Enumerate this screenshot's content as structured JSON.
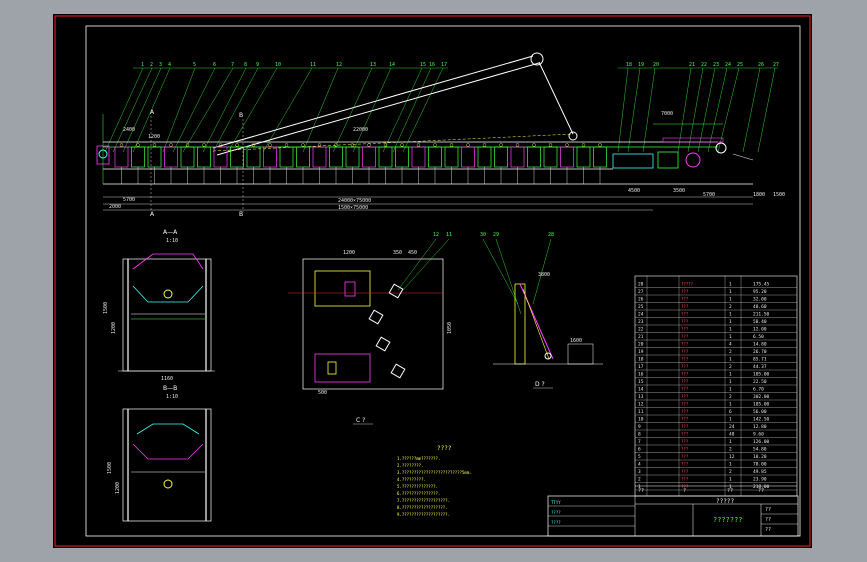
{
  "balloons": [
    "1",
    "2",
    "3",
    "4",
    "5",
    "6",
    "7",
    "8",
    "9",
    "10",
    "11",
    "12",
    "13",
    "14",
    "15",
    "16",
    "17",
    "18",
    "19",
    "20",
    "21",
    "22",
    "23",
    "24",
    "25",
    "26",
    "27"
  ],
  "section_marks": {
    "a_top": "A",
    "b_top": "B",
    "a_bottom": "A",
    "b_bottom": "B"
  },
  "dims_main": {
    "d1": "2400",
    "d2": "1200",
    "d3": "22000",
    "d4": "4500",
    "d5": "7000",
    "d6": "3500",
    "d7": "5700",
    "d8": "1800",
    "d9": "1500",
    "d10": "5700",
    "d11": "2000",
    "d12": "24000×75000",
    "d13": "1500×75000"
  },
  "view_aa": {
    "title": "A—A",
    "scale": "1:10",
    "dims": [
      "1500",
      "1200",
      "1160"
    ]
  },
  "view_bb": {
    "title": "B—B",
    "scale": "1:10",
    "dims": [
      "1500",
      "1200"
    ]
  },
  "view_c": {
    "title": "C ?",
    "balloons": [
      "12",
      "11"
    ],
    "dims": [
      "1200",
      "350",
      "450",
      "1050",
      "500"
    ]
  },
  "view_d": {
    "title": "D ?",
    "balloons": [
      "30",
      "29",
      "28"
    ],
    "dims": [
      "3800",
      "1600"
    ]
  },
  "tech_notes": {
    "title": "????",
    "lines": [
      "1.??????mm???????.",
      "2.????????.",
      "3.?????????????????????????5mm.",
      "4.?????????.",
      "5.??????????????.",
      "6.???????????????.",
      "7.???????????????????.",
      "8.??????????????????.",
      "9.???????????????????."
    ]
  },
  "parts_rows": [
    {
      "no": "28",
      "desc": "?????",
      "q": "1",
      "w": "175.45"
    },
    {
      "no": "27",
      "desc": "???",
      "q": "1",
      "w": "95.20"
    },
    {
      "no": "26",
      "desc": "???",
      "q": "1",
      "w": "32.00"
    },
    {
      "no": "25",
      "desc": "???",
      "q": "2",
      "w": "48.60"
    },
    {
      "no": "24",
      "desc": "???",
      "q": "1",
      "w": "211.50"
    },
    {
      "no": "23",
      "desc": "???",
      "q": "1",
      "w": "58.40"
    },
    {
      "no": "22",
      "desc": "???",
      "q": "1",
      "w": "12.00"
    },
    {
      "no": "21",
      "desc": "???",
      "q": "1",
      "w": "6.50"
    },
    {
      "no": "20",
      "desc": "???",
      "q": "4",
      "w": "14.80"
    },
    {
      "no": "19",
      "desc": "???",
      "q": "2",
      "w": "26.70"
    },
    {
      "no": "18",
      "desc": "???",
      "q": "1",
      "w": "85.71"
    },
    {
      "no": "17",
      "desc": "???",
      "q": "2",
      "w": "44.37"
    },
    {
      "no": "16",
      "desc": "???",
      "q": "1",
      "w": "105.00"
    },
    {
      "no": "15",
      "desc": "???",
      "q": "1",
      "w": "22.50"
    },
    {
      "no": "14",
      "desc": "???",
      "q": "1",
      "w": "6.70"
    },
    {
      "no": "13",
      "desc": "???",
      "q": "2",
      "w": "302.00"
    },
    {
      "no": "12",
      "desc": "???",
      "q": "1",
      "w": "185.00"
    },
    {
      "no": "11",
      "desc": "???",
      "q": "6",
      "w": "56.00"
    },
    {
      "no": "10",
      "desc": "???",
      "q": "1",
      "w": "142.50"
    },
    {
      "no": "9",
      "desc": "???",
      "q": "24",
      "w": "12.80"
    },
    {
      "no": "8",
      "desc": "???",
      "q": "48",
      "w": "9.60"
    },
    {
      "no": "7",
      "desc": "???",
      "q": "1",
      "w": "126.00"
    },
    {
      "no": "6",
      "desc": "???",
      "q": "2",
      "w": "54.80"
    },
    {
      "no": "5",
      "desc": "???",
      "q": "12",
      "w": "18.20"
    },
    {
      "no": "4",
      "desc": "???",
      "q": "1",
      "w": "78.00"
    },
    {
      "no": "3",
      "desc": "???",
      "q": "2",
      "w": "49.85"
    },
    {
      "no": "2",
      "desc": "???",
      "q": "1",
      "w": "23.90"
    },
    {
      "no": "1",
      "desc": "???",
      "q": "1",
      "w": "218.00"
    }
  ],
  "parts_header": {
    "no": "??",
    "desc": "?",
    "q": "??",
    "w": "??"
  },
  "title_block": {
    "name": "?????",
    "sub": "???????",
    "left_cells": [
      "TTYY",
      "????",
      "????"
    ],
    "right_cells": [
      "??",
      "??",
      "??"
    ]
  },
  "colors": {
    "bg": "#000000",
    "frame": "#ff2020",
    "green": "#3cff3c",
    "magenta": "#ff3cff",
    "yellow": "#ffff3c",
    "cyan": "#3cffff",
    "white": "#ffffff",
    "outer": "#9ea3aa"
  }
}
